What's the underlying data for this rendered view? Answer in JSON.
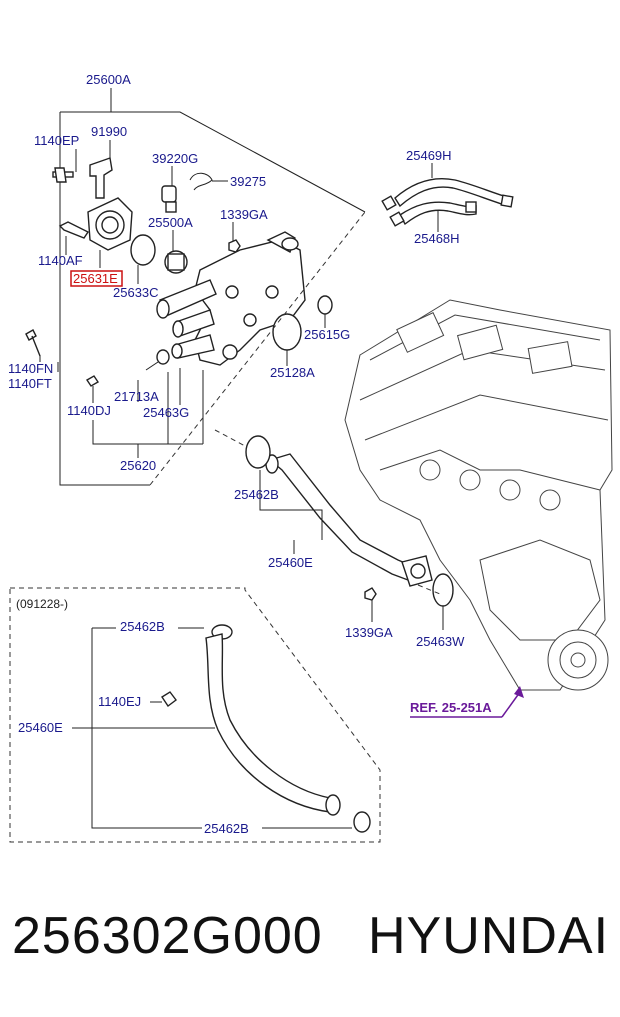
{
  "diagram": {
    "labels": {
      "l25600A": "25600A",
      "l1140EP": "1140EP",
      "l91990": "91990",
      "l39220G": "39220G",
      "l39275": "39275",
      "l25469H": "25469H",
      "l25500A": "25500A",
      "l1339GA_top": "1339GA",
      "l25468H": "25468H",
      "l1140AF": "1140AF",
      "l25631E": "25631E",
      "l25633C": "25633C",
      "l25615G": "25615G",
      "l1140FN": "1140FN",
      "l1140FT": "1140FT",
      "l21713A": "21713A",
      "l25128A": "25128A",
      "l1140DJ": "1140DJ",
      "l25463G": "25463G",
      "l25620": "25620",
      "l25462B_top": "25462B",
      "l25460E_top": "25460E",
      "l1339GA_bot": "1339GA",
      "l25463W": "25463W",
      "lRef": "REF. 25-251A",
      "l091228": "(091228-)",
      "l25462B_a": "25462B",
      "l1140EJ": "1140EJ",
      "l25460E_b": "25460E",
      "l25462B_b": "25462B"
    }
  },
  "footer": {
    "part_number": "256302G000",
    "brand": "HYUNDAI"
  }
}
